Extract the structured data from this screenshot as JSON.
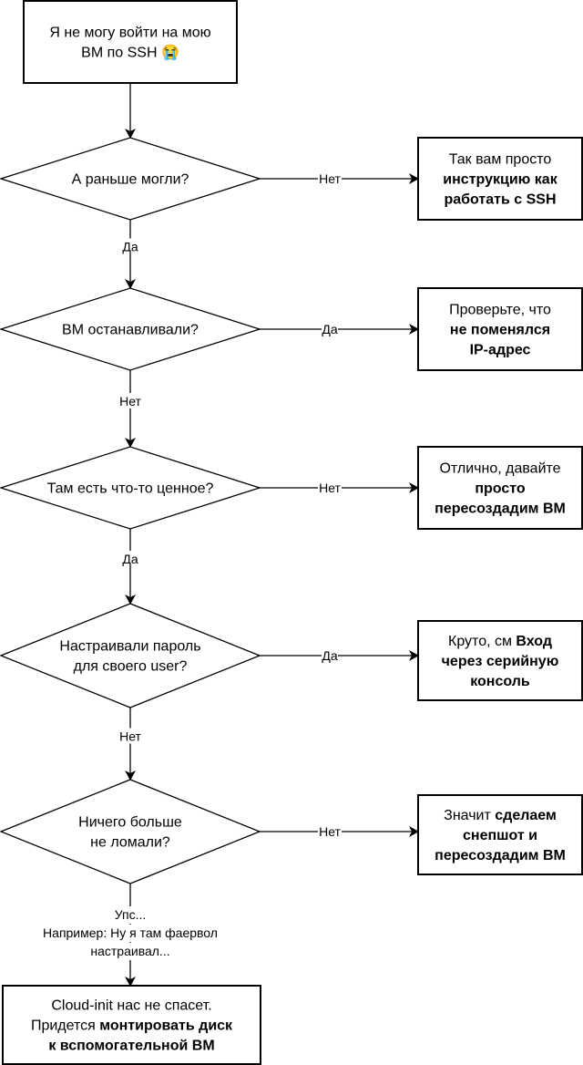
{
  "start": {
    "lines": [
      [
        {
          "text": "Я не могу войти на мою",
          "bold": false
        }
      ],
      [
        {
          "text": "ВМ по SSH 😭",
          "bold": false
        }
      ]
    ]
  },
  "decisions": [
    {
      "id": "d1",
      "lines": [
        [
          {
            "text": "А раньше могли?",
            "bold": false
          }
        ]
      ],
      "right_label": "Нет",
      "down_label": "Да"
    },
    {
      "id": "d2",
      "lines": [
        [
          {
            "text": "ВМ останавливали?",
            "bold": false
          }
        ]
      ],
      "right_label": "Да",
      "down_label": "Нет"
    },
    {
      "id": "d3",
      "lines": [
        [
          {
            "text": "Там есть что-то ценное?",
            "bold": false
          }
        ]
      ],
      "right_label": "Нет",
      "down_label": "Да"
    },
    {
      "id": "d4",
      "lines": [
        [
          {
            "text": "Настраивали пароль",
            "bold": false
          }
        ],
        [
          {
            "text": "для своего user?",
            "bold": false
          }
        ]
      ],
      "right_label": "Да",
      "down_label": "Нет"
    },
    {
      "id": "d5",
      "lines": [
        [
          {
            "text": "Ничего больше",
            "bold": false
          }
        ],
        [
          {
            "text": "не ломали?",
            "bold": false
          }
        ]
      ],
      "right_label": "Нет",
      "down_label_lines": [
        "Упс...",
        "Например: Ну я там фаервол",
        "настраивал..."
      ]
    }
  ],
  "outcomes": [
    {
      "id": "o1",
      "lines": [
        [
          {
            "text": "Так вам просто",
            "bold": false
          }
        ],
        [
          {
            "text": "инструкцию как",
            "bold": true
          }
        ],
        [
          {
            "text": "работать с SSH",
            "bold": true
          }
        ]
      ]
    },
    {
      "id": "o2",
      "lines": [
        [
          {
            "text": "Проверьте, что",
            "bold": false
          }
        ],
        [
          {
            "text": "не поменялся",
            "bold": true
          }
        ],
        [
          {
            "text": "IP-адрес",
            "bold": true
          }
        ]
      ]
    },
    {
      "id": "o3",
      "lines": [
        [
          {
            "text": "Отлично, давайте",
            "bold": false
          }
        ],
        [
          {
            "text": "просто",
            "bold": true
          }
        ],
        [
          {
            "text": "пересоздадим ВМ",
            "bold": true
          }
        ]
      ]
    },
    {
      "id": "o4",
      "lines": [
        [
          {
            "text": "Круто, см ",
            "bold": false
          },
          {
            "text": "Вход",
            "bold": true
          }
        ],
        [
          {
            "text": "через серийную",
            "bold": true
          }
        ],
        [
          {
            "text": "консоль",
            "bold": true
          }
        ]
      ]
    },
    {
      "id": "o5",
      "lines": [
        [
          {
            "text": "Значит ",
            "bold": false
          },
          {
            "text": "сделаем",
            "bold": true
          }
        ],
        [
          {
            "text": "снепшот и",
            "bold": true
          }
        ],
        [
          {
            "text": "пересоздадим ВМ",
            "bold": true
          }
        ]
      ]
    }
  ],
  "final": {
    "lines": [
      [
        {
          "text": "Cloud-init нас не спасет.",
          "bold": false
        }
      ],
      [
        {
          "text": "Придется ",
          "bold": false
        },
        {
          "text": "монтировать диск",
          "bold": true
        }
      ],
      [
        {
          "text": "к вспомогательной ВМ",
          "bold": true
        }
      ]
    ]
  }
}
